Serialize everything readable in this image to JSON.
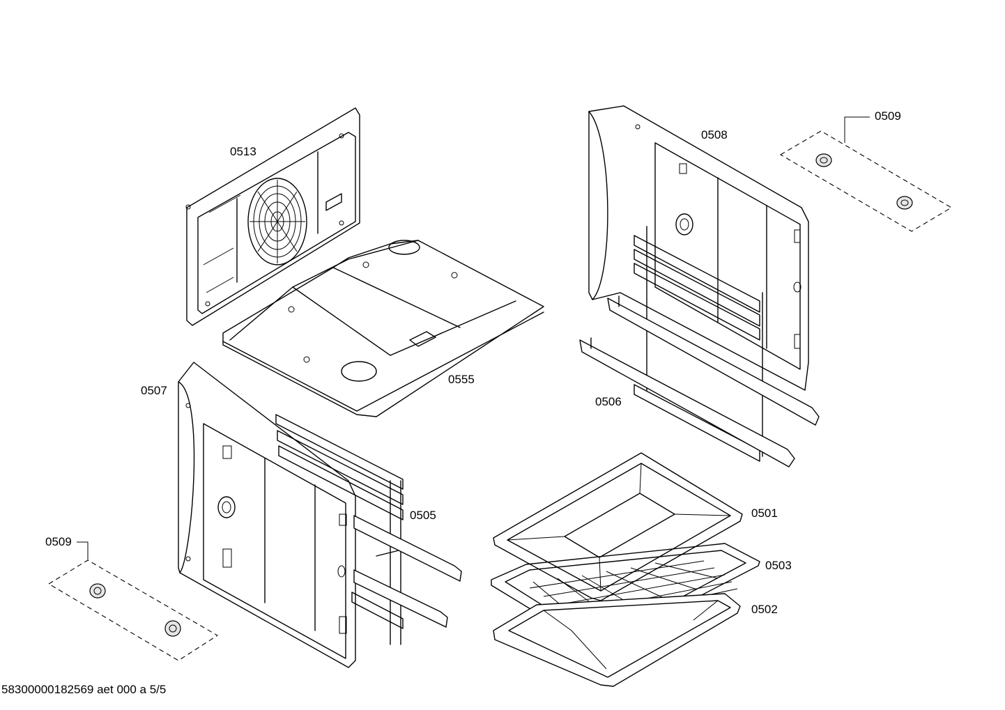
{
  "parts": [
    {
      "id": "back-panel",
      "label": "0513"
    },
    {
      "id": "top-panel",
      "label": "0555"
    },
    {
      "id": "right-side-panel",
      "label": "0508"
    },
    {
      "id": "right-fasteners",
      "label": "0509"
    },
    {
      "id": "right-rack-rails",
      "label": "0506"
    },
    {
      "id": "left-side-panel",
      "label": "0507"
    },
    {
      "id": "left-rack-rails",
      "label": "0505"
    },
    {
      "id": "left-fasteners",
      "label": "0509"
    },
    {
      "id": "deep-tray",
      "label": "0501"
    },
    {
      "id": "wire-rack",
      "label": "0503"
    },
    {
      "id": "baking-tray",
      "label": "0502"
    }
  ],
  "footer": "58300000182569 aet 000 a 5/5"
}
